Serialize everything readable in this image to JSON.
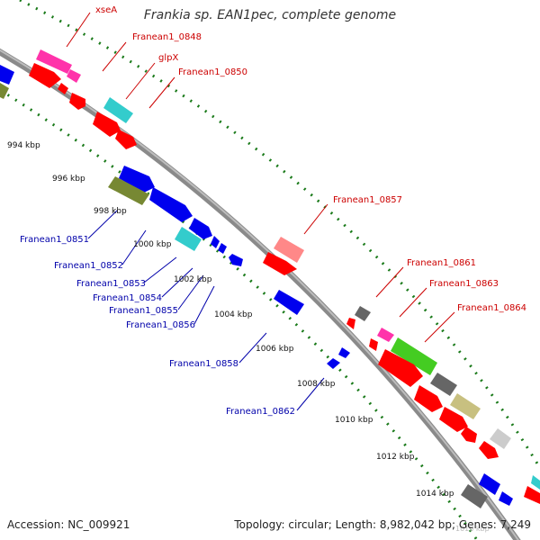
{
  "title": "Frankia sp. EAN1pec, complete genome",
  "accession": "Accession: NC_009921",
  "topology": "Topology: circular; Length: 8,982,042 bp; Genes: 7,249",
  "colors": {
    "backbone": "#8a8a8a",
    "forward_label": "#cc0000",
    "reverse_label": "#0000aa",
    "tick_mark": "#1a7a1a",
    "cds_red": "#ff0000",
    "cds_blue": "#0000ee",
    "cds_cyan": "#33cccc",
    "cds_magenta": "#ff33aa",
    "cds_green": "#44cc22",
    "cds_olive": "#778833",
    "cds_gray": "#666666",
    "cds_tan": "#c8c080",
    "cds_lightgray": "#cccccc",
    "cds_pink": "#ff8888"
  },
  "scale_labels": [
    "994 kbp",
    "996 kbp",
    "998 kbp",
    "1000 kbp",
    "1002 kbp",
    "1004 kbp",
    "1006 kbp",
    "1008 kbp",
    "1010 kbp",
    "1012 kbp",
    "1014 kbp",
    "1016 kbp"
  ],
  "forward_gene_labels": [
    "xseA",
    "Franean1_0848",
    "glpX",
    "Franean1_0850",
    "Franean1_0857",
    "Franean1_0861",
    "Franean1_0863",
    "Franean1_0864"
  ],
  "reverse_gene_labels": [
    "Franean1_0851",
    "Franean1_0852",
    "Franean1_0853",
    "Franean1_0854",
    "Franean1_0855",
    "Franean1_0856",
    "Franean1_0858",
    "Franean1_0862"
  ]
}
